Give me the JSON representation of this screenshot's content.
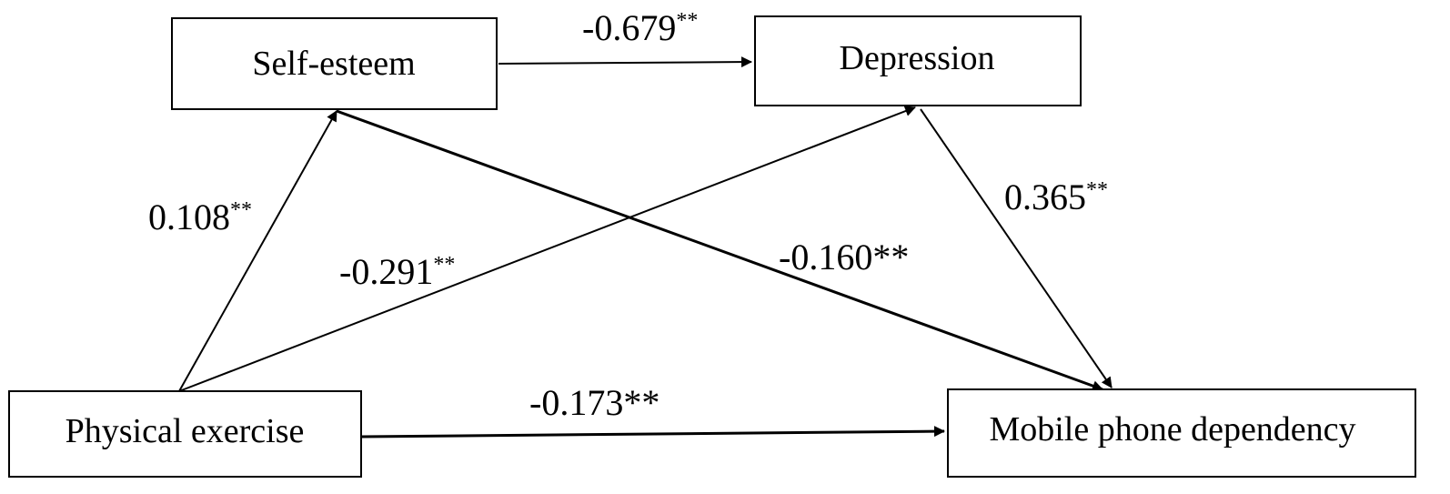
{
  "nodes": {
    "self_esteem": "Self-esteem",
    "depression": "Depression",
    "physical_exercise": "Physical exercise",
    "mobile_phone_dependency": "Mobile phone dependency"
  },
  "paths": {
    "self_esteem_to_depression": {
      "value": "-0.679",
      "sig": "**"
    },
    "exercise_to_self_esteem": {
      "value": "0.108",
      "sig": "**"
    },
    "exercise_to_depression": {
      "value": "-0.291",
      "sig": "**"
    },
    "self_esteem_to_dependency": {
      "value": "-0.160",
      "sig": "**"
    },
    "depression_to_dependency": {
      "value": "0.365",
      "sig": "**"
    },
    "exercise_to_dependency": {
      "value": "-0.173",
      "sig": "**"
    }
  },
  "colors": {
    "stroke": "#000000",
    "background": "#ffffff"
  }
}
